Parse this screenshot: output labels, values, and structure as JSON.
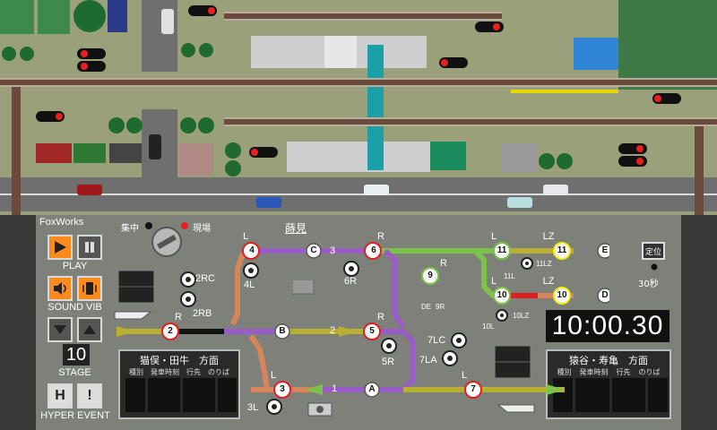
{
  "panel": {
    "brand": "FoxWorks",
    "central": "集中",
    "local": "現場",
    "station": "蒔見",
    "play": "PLAY",
    "sound_vib": "SOUND VIB",
    "stage_label": "STAGE",
    "stage_value": "10",
    "hyper_event": "HYPER EVENT",
    "hyper_key": "H",
    "event_key": "!",
    "clock": "10:00.30",
    "reset_label": "定位",
    "timer": "30秒"
  },
  "board_left": {
    "title": "猫俣・田牛　方面",
    "cols": [
      "種別",
      "発車時刻",
      "行先",
      "のりば"
    ]
  },
  "board_right": {
    "title": "猿谷・寿亀　方面",
    "cols": [
      "種別",
      "発車時刻",
      "行先",
      "のりば"
    ]
  },
  "signals": [
    {
      "num": "4",
      "tag": "L"
    },
    {
      "num": "6",
      "tag": "R"
    },
    {
      "num": "11",
      "tag": "L"
    },
    {
      "num": "11",
      "tag": "LZ"
    },
    {
      "num": "9",
      "tag": "R"
    },
    {
      "num": "10",
      "tag": "L"
    },
    {
      "num": "10",
      "tag": "LZ"
    },
    {
      "num": "2",
      "tag": "R"
    },
    {
      "num": "5",
      "tag": "R"
    },
    {
      "num": "3",
      "tag": "L"
    },
    {
      "num": "7",
      "tag": "L"
    }
  ],
  "tracks": [
    "A",
    "B",
    "C",
    "D",
    "E"
  ],
  "track_numbers": [
    "1",
    "2",
    "3"
  ],
  "switches": [
    "2RC",
    "2RB",
    "4L",
    "6R",
    "5R",
    "7LC",
    "7LA",
    "3L",
    "11L",
    "11LZ",
    "10L",
    "10LZ",
    "DE",
    "9R"
  ],
  "colors": {
    "purple": "#9a5cc6",
    "green": "#7cc24a",
    "orange": "#d8845a",
    "olive": "#b9b032",
    "red": "#e02020",
    "yellow": "#f4ee10"
  }
}
